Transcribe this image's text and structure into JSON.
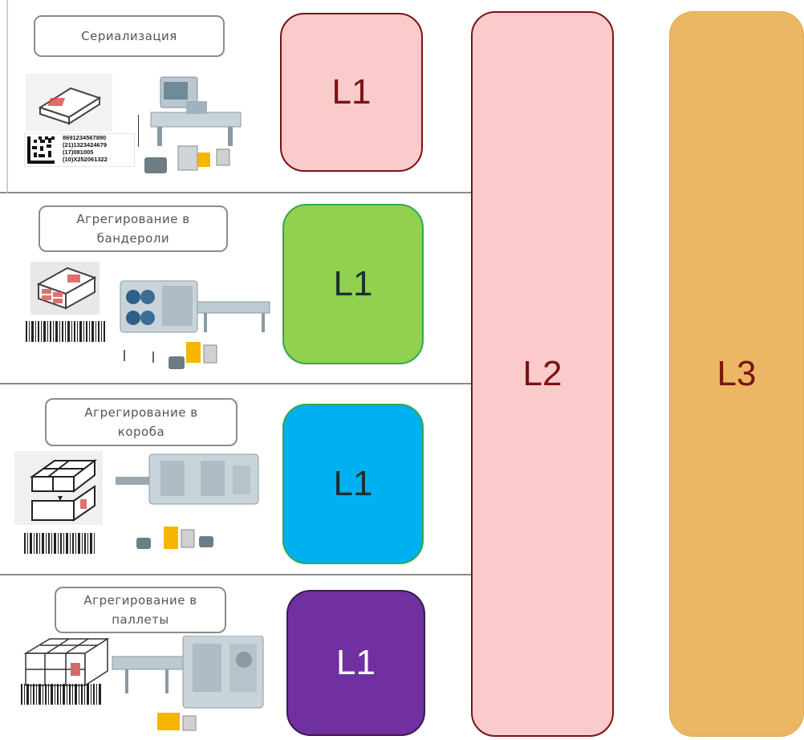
{
  "stages": [
    {
      "caption": [
        "Сериализация"
      ],
      "level_label": "L1",
      "level_color": "#fbcaca",
      "level_border": "#7a1212",
      "level_text_color": "#7a1212"
    },
    {
      "caption": [
        "Агрегирование  в",
        "бандероли"
      ],
      "level_label": "L1",
      "level_color": "#92d050",
      "level_border": "#2fa84f",
      "level_text_color": "#1d2e2a"
    },
    {
      "caption": [
        "Агрегирование  в",
        "короба"
      ],
      "level_label": "L1",
      "level_color": "#00b0f0",
      "level_border": "#2fa84f",
      "level_text_color": "#1d2e2a"
    },
    {
      "caption": [
        "Агрегирование  в",
        "паллеты"
      ],
      "level_label": "L1",
      "level_color": "#7030a0",
      "level_border": "#3a1a50",
      "level_text_color": "#ffffff"
    }
  ],
  "datamatrix_text": [
    "8691234567890",
    "(21)1323424679",
    "(17)081005",
    "(10)X252061322"
  ],
  "l2": {
    "label": "L2",
    "color": "#fbcaca",
    "border": "#7a1212",
    "text_color": "#7a1212"
  },
  "l3": {
    "label": "L3",
    "color": "#ecb764",
    "border": "#d9a850",
    "text_color": "#7a1212"
  }
}
